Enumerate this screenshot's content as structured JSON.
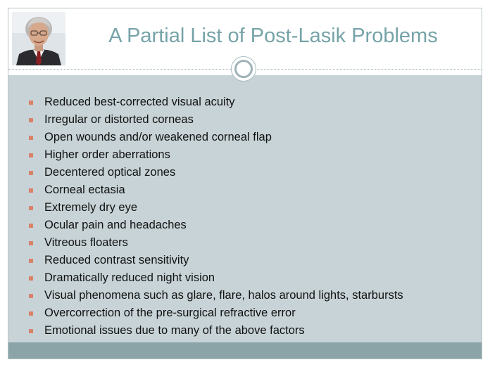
{
  "slide": {
    "title": "A Partial List of Post-Lasik Problems",
    "bullets": [
      "Reduced best-corrected visual acuity",
      "Irregular or distorted corneas",
      "Open wounds and/or weakened corneal flap",
      "Higher order aberrations",
      "Decentered optical zones",
      "Corneal ectasia",
      "Extremely dry eye",
      "Ocular pain and headaches",
      "Vitreous floaters",
      "Reduced contrast sensitivity",
      "Dramatically reduced night vision",
      "Visual phenomena such as glare, flare, halos around lights, starbursts",
      "Overcorrection of the pre-surgical refractive error",
      "Emotional issues due to many of the above factors"
    ]
  },
  "colors": {
    "title": "#76a3a8",
    "content_background": "#c7d3d7",
    "footer_bar": "#8aa4a8",
    "bullet_marker": "#d9826a"
  },
  "icons": {
    "portrait": "portrait-photo",
    "ornament": "circle-ornament-icon",
    "bullet": "square-bullet-icon"
  }
}
